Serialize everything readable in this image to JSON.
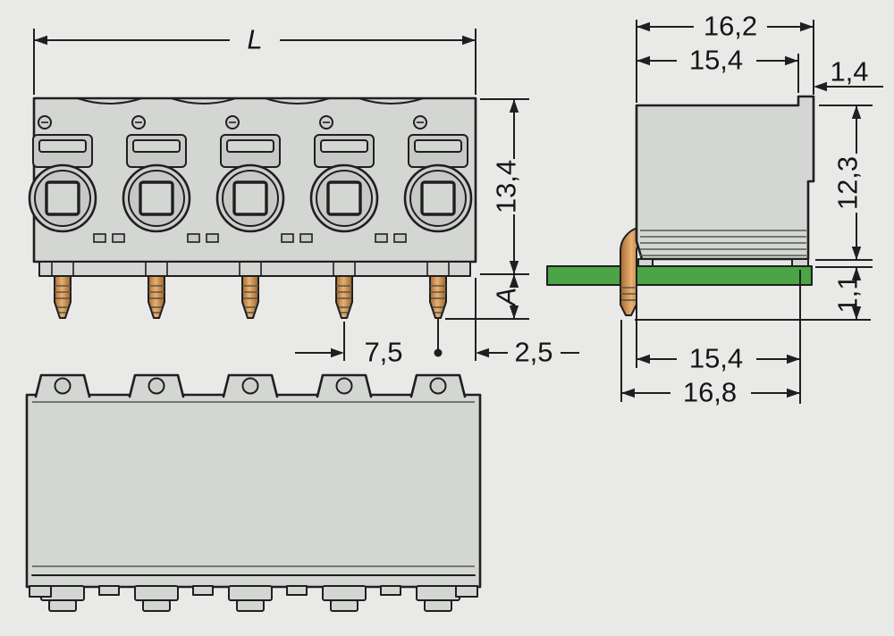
{
  "drawing": {
    "front_view": {
      "overall_width_label": "L",
      "height": "13,4",
      "pin_length_label": "A",
      "pin_pitch": "7,5",
      "pin_edge_offset": "2,5"
    },
    "side_view": {
      "overall_depth_top": "16,2",
      "body_depth_top": "15,4",
      "rear_tab_width": "1,4",
      "height_above_board": "12,3",
      "board_offset": "1,1",
      "body_depth_bottom": "15,4",
      "overall_depth_bottom": "16,8"
    },
    "colors": {
      "background": "#e9eae8",
      "body_gray": "#d4d6d3",
      "outline": "#1f1f1f",
      "pin_copper": "#c9803c",
      "pcb_green": "#4ba446"
    }
  }
}
